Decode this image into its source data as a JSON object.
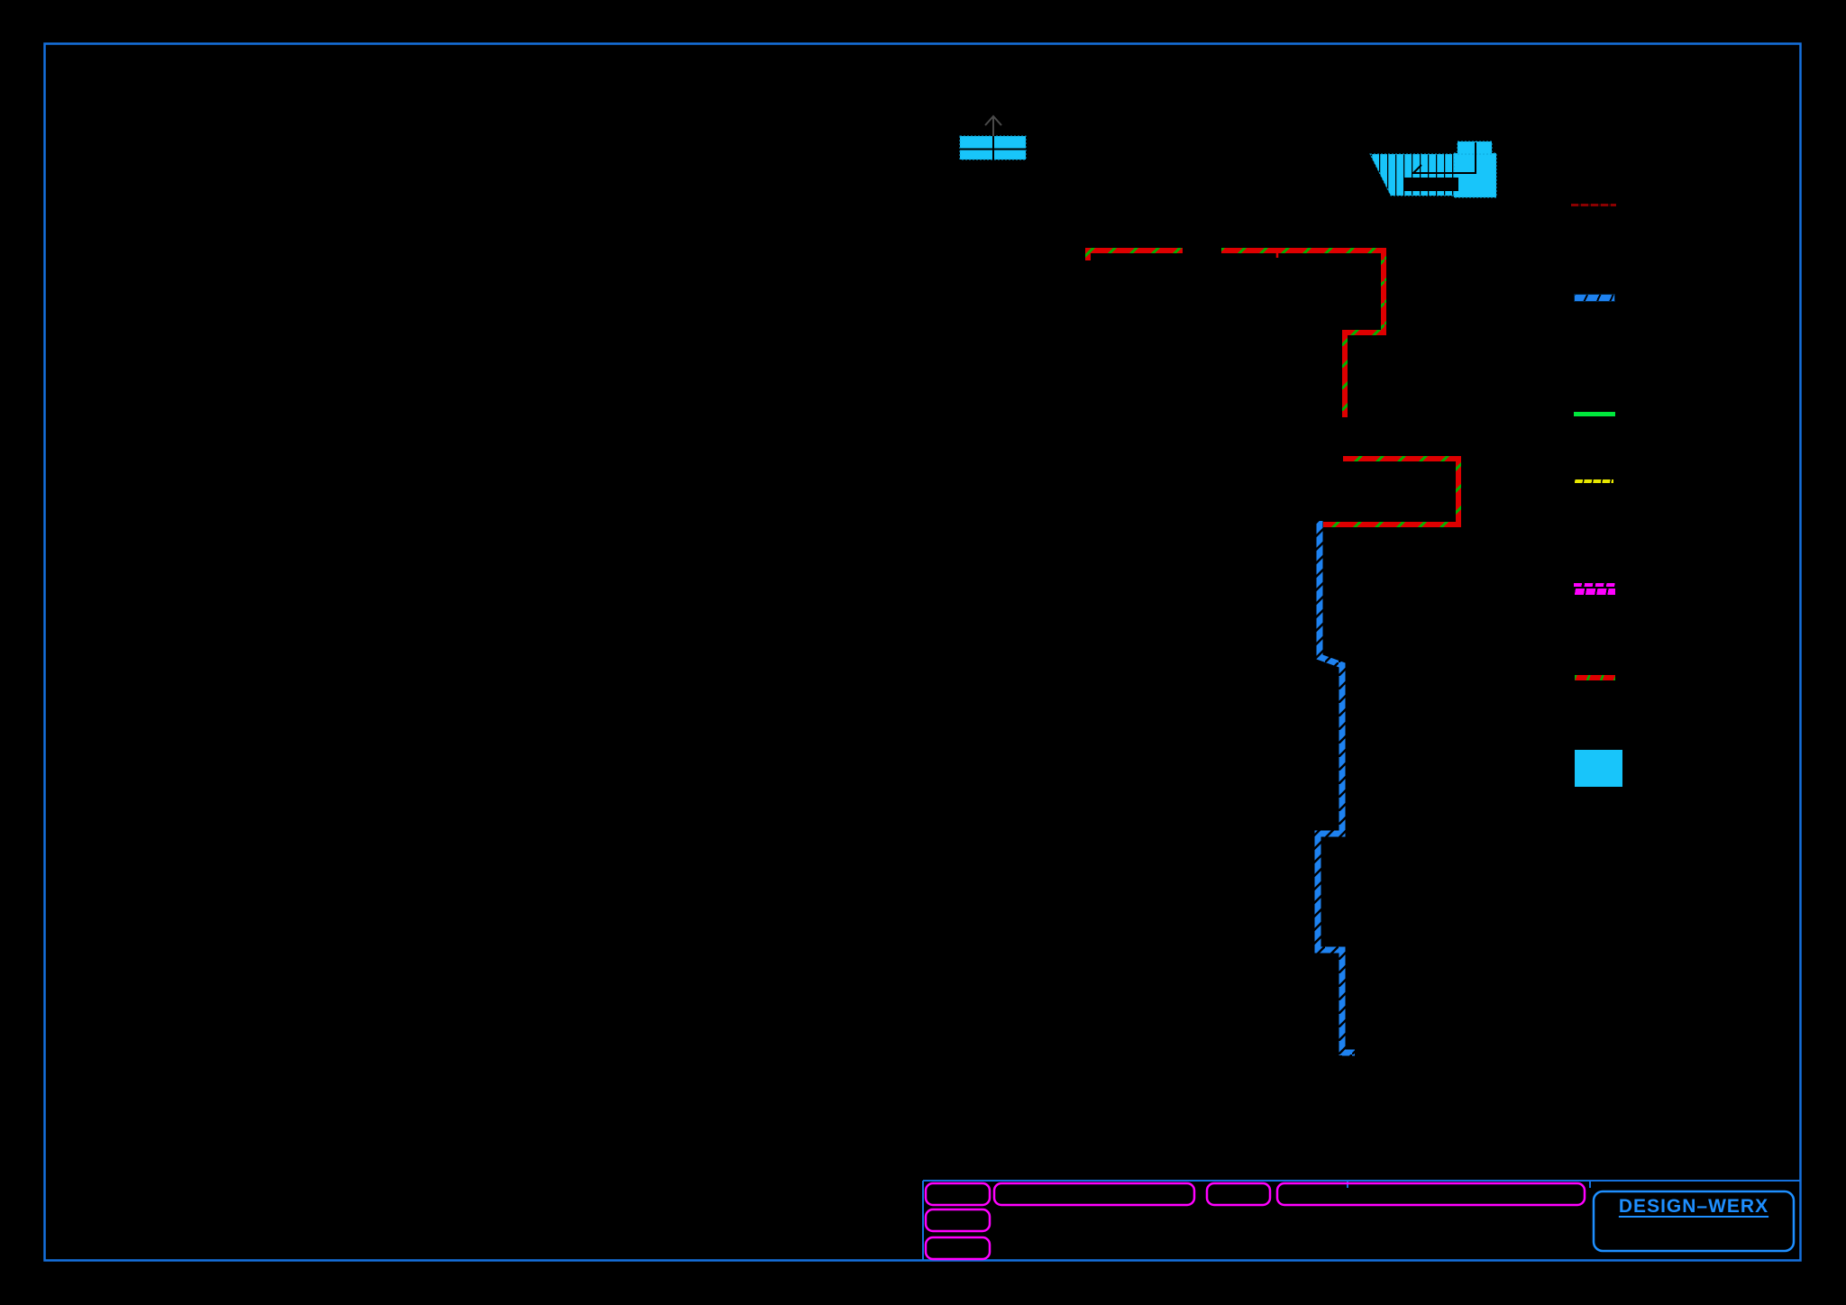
{
  "colors": {
    "background": "#000000",
    "frame_blue": "#1571DE",
    "wall_blue": "#1E82F0",
    "wall_red": "#DE0000",
    "hatch_green": "#00B400",
    "cyan_fill": "#18C5FA",
    "magenta": "#FF00FF",
    "logo_blue": "#1E8FFF",
    "arrow_gray": "#4A4A4A"
  },
  "title_block": {
    "logo_text": "DESIGN–WERX",
    "empty_field_boxes": 6
  },
  "legend": {
    "items": [
      {
        "swatch": "thin-dashed-line",
        "color": "#8B0000"
      },
      {
        "swatch": "hatched-bar",
        "color": "#1E82F0"
      },
      {
        "swatch": "solid-bar",
        "color": "#00E83C"
      },
      {
        "swatch": "thin-hatched-bar",
        "color": "#E8E800"
      },
      {
        "swatch": "double-hatched-bar",
        "color": "#FF00FF"
      },
      {
        "swatch": "hatched-bar-green-ticks",
        "color": "#DE0000"
      },
      {
        "swatch": "filled-rect",
        "color": "#18C5FA"
      }
    ]
  },
  "drawing": {
    "red_wall_upper": {
      "color": "#DE0000",
      "hatch_color": "#00B400",
      "style": "hatched-polyline"
    },
    "red_wall_lower": {
      "color": "#DE0000",
      "hatch_color": "#00B400",
      "style": "hatched-polyline"
    },
    "blue_wall": {
      "color": "#1E82F0",
      "hatch_color": "#000000",
      "style": "hatched-polyline"
    },
    "cyan_plan_shape_small": {
      "fill": "#18C5FA",
      "divisions": 4,
      "arrow": "up"
    },
    "cyan_plan_shape_large": {
      "fill": "#18C5FA",
      "striped_section": true,
      "black_cutout": true
    }
  }
}
